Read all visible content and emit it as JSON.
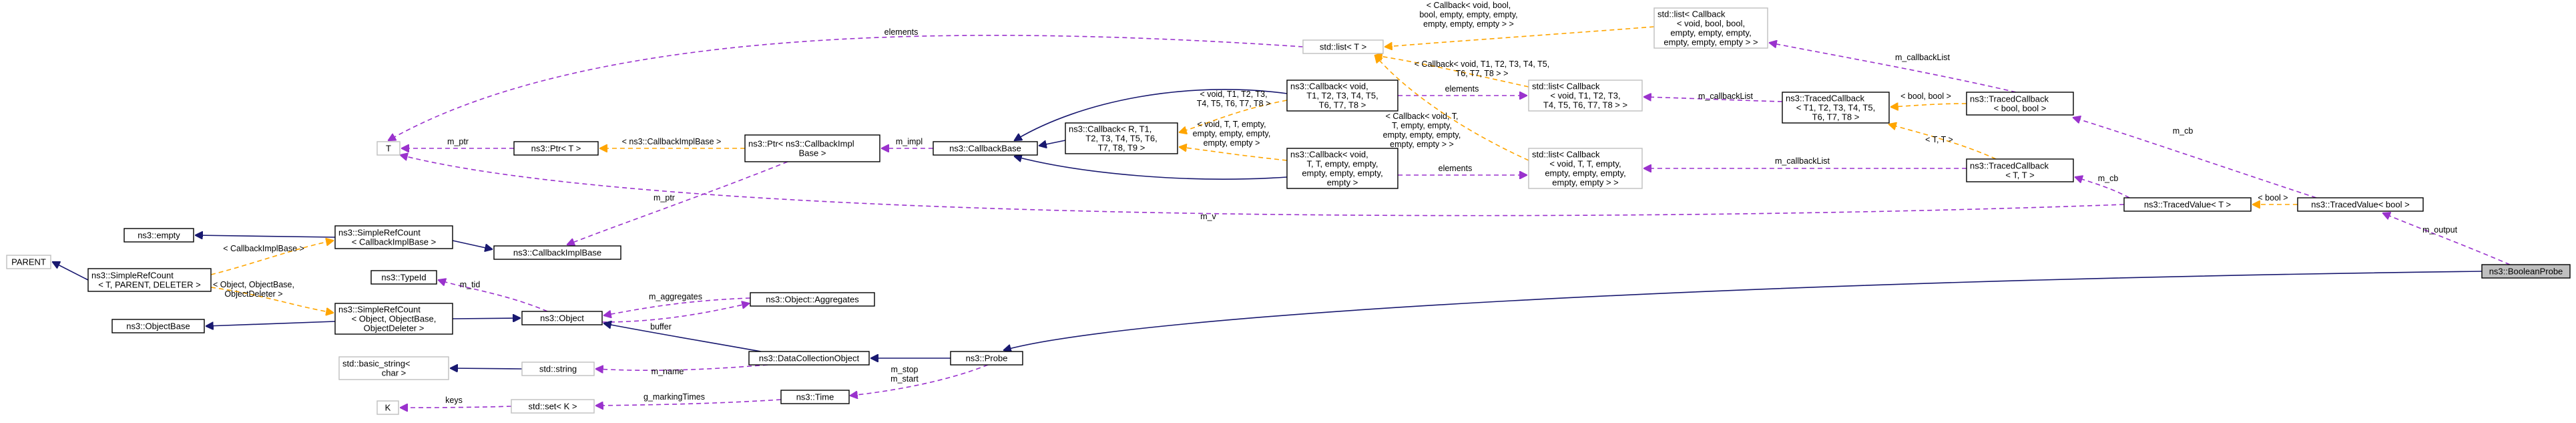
{
  "nodes": {
    "t": [
      "T"
    ],
    "parent": [
      "PARENT"
    ],
    "k": [
      "K"
    ],
    "empty": [
      "ns3::empty"
    ],
    "objbase": [
      "ns3::ObjectBase"
    ],
    "typeid": [
      "ns3::TypeId"
    ],
    "srcparent": [
      "ns3::SimpleRefCount",
      "< T, PARENT, DELETER >"
    ],
    "srccb": [
      "ns3::SimpleRefCount",
      "< CallbackImplBase >"
    ],
    "srcobj": [
      "ns3::SimpleRefCount",
      "< Object, ObjectBase,",
      "ObjectDeleter >"
    ],
    "basicstring": [
      "std::basic_string<",
      "char >"
    ],
    "string": [
      "std::string"
    ],
    "setk": [
      "std::set< K >"
    ],
    "ptrt": [
      "ns3::Ptr< T >"
    ],
    "cbimpl": [
      "ns3::CallbackImplBase"
    ],
    "object": [
      "ns3::Object"
    ],
    "aggregates": [
      "ns3::Object::Aggregates"
    ],
    "ptrcbimpl": [
      "ns3::Ptr< ns3::CallbackImpl",
      "Base >"
    ],
    "dco": [
      "ns3::DataCollectionObject"
    ],
    "time": [
      "ns3::Time"
    ],
    "cbbase": [
      "ns3::CallbackBase"
    ],
    "cbr": [
      "ns3::Callback< R, T1,",
      "T2, T3, T4, T5, T6,",
      "T7, T8, T9 >"
    ],
    "cbvoid": [
      "ns3::Callback< void,",
      "T1, T2, T3, T4, T5,",
      "T6, T7, T8 >"
    ],
    "cbvoidempty": [
      "ns3::Callback< void,",
      "T, T, empty, empty,",
      "empty, empty, empty,",
      "empty >"
    ],
    "probe": [
      "ns3::Probe"
    ],
    "stdlistt": [
      "std::list< T >"
    ],
    "listcbbool": [
      "std::list< Callback",
      "< void, bool, bool,",
      "empty, empty, empty,",
      "empty, empty, empty > >"
    ],
    "listcbt8": [
      "std::list< Callback",
      "< void, T1, T2, T3,",
      "T4, T5, T6, T7, T8 > >"
    ],
    "listcbtt": [
      "std::list< Callback",
      "< void, T, T, empty,",
      "empty, empty, empty,",
      "empty, empty > >"
    ],
    "tcbbool": [
      "ns3::TracedCallback",
      "< bool, bool >"
    ],
    "tcbt8": [
      "ns3::TracedCallback",
      "< T1, T2, T3, T4, T5,",
      "T6, T7, T8 >"
    ],
    "tcbtt": [
      "ns3::TracedCallback",
      "< T, T >"
    ],
    "tvt": [
      "ns3::TracedValue< T >"
    ],
    "tvbool": [
      "ns3::TracedValue< bool >"
    ],
    "booleanprobe": [
      "ns3::BooleanProbe"
    ]
  },
  "edges": {
    "e_empty": [],
    "e_parent": [],
    "e_objbase": [],
    "e_srccb": [
      "< CallbackImplBase >"
    ],
    "e_srcobj": [
      "< Object, ObjectBase,",
      "ObjectDeleter >"
    ],
    "e_srccb_impl": [],
    "e_srcobj_obj": [],
    "e_typeid": [
      "m_tid"
    ],
    "e_aggr_obj": [
      "m_aggregates"
    ],
    "e_obj_aggr": [
      "buffer"
    ],
    "e_obj_dco": [],
    "e_string": [
      "m_name"
    ],
    "e_basicstring": [],
    "e_time": [
      "m_stop",
      "m_start"
    ],
    "e_setk": [
      "g_markingTimes"
    ],
    "e_keys": [
      "keys"
    ],
    "e_cbimpl_ptr": [
      "m_ptr"
    ],
    "e_ptrcbimpl": [
      "< ns3::CallbackImplBase >"
    ],
    "e_ptrt": [
      "m_ptr"
    ],
    "e_mimpl": [
      "m_impl"
    ],
    "e_cbbase_cbr": [],
    "e_cbbase_cbvoid": [],
    "e_cbbase_cbve": [],
    "e_cbr_cbvoid": [
      "< void, T1, T2, T3,",
      "T4, T5, T6, T7, T8 >"
    ],
    "e_cbr_cbve": [
      "< void, T, T, empty,",
      "empty, empty, empty,",
      "empty, empty >"
    ],
    "e_elements_t": [
      "elements"
    ],
    "e_cbvoid_list": [
      "elements"
    ],
    "e_cbve_list": [
      "elements"
    ],
    "e_list_cbvoid": [
      "< Callback< void, T1, T2, T3, T4, T5,",
      "T6, T7, T8 > >"
    ],
    "e_list_cbve": [
      "< Callback< void, T,",
      "T, empty, empty,",
      "empty, empty, empty,",
      "empty, empty > >"
    ],
    "e_list_bool": [
      "< Callback< void, bool,",
      "bool, empty, empty, empty,",
      "empty, empty, empty > >"
    ],
    "e_cblist_bool": [
      "m_callbackList"
    ],
    "e_cblist_t8": [
      "m_callbackList"
    ],
    "e_cblist_tt": [
      "m_callbackList"
    ],
    "e_tcb_boolbool": [
      "< bool, bool >"
    ],
    "e_tcb_tt": [
      "< T, T >"
    ],
    "e_mcb_tt": [
      "m_cb"
    ],
    "e_mcb_bool": [
      "m_cb"
    ],
    "e_mv": [
      "m_v"
    ],
    "e_tv_bool": [
      "< bool >"
    ],
    "e_output": [
      "m_output"
    ],
    "e_probe_bp": [],
    "e_dco_probe": []
  }
}
